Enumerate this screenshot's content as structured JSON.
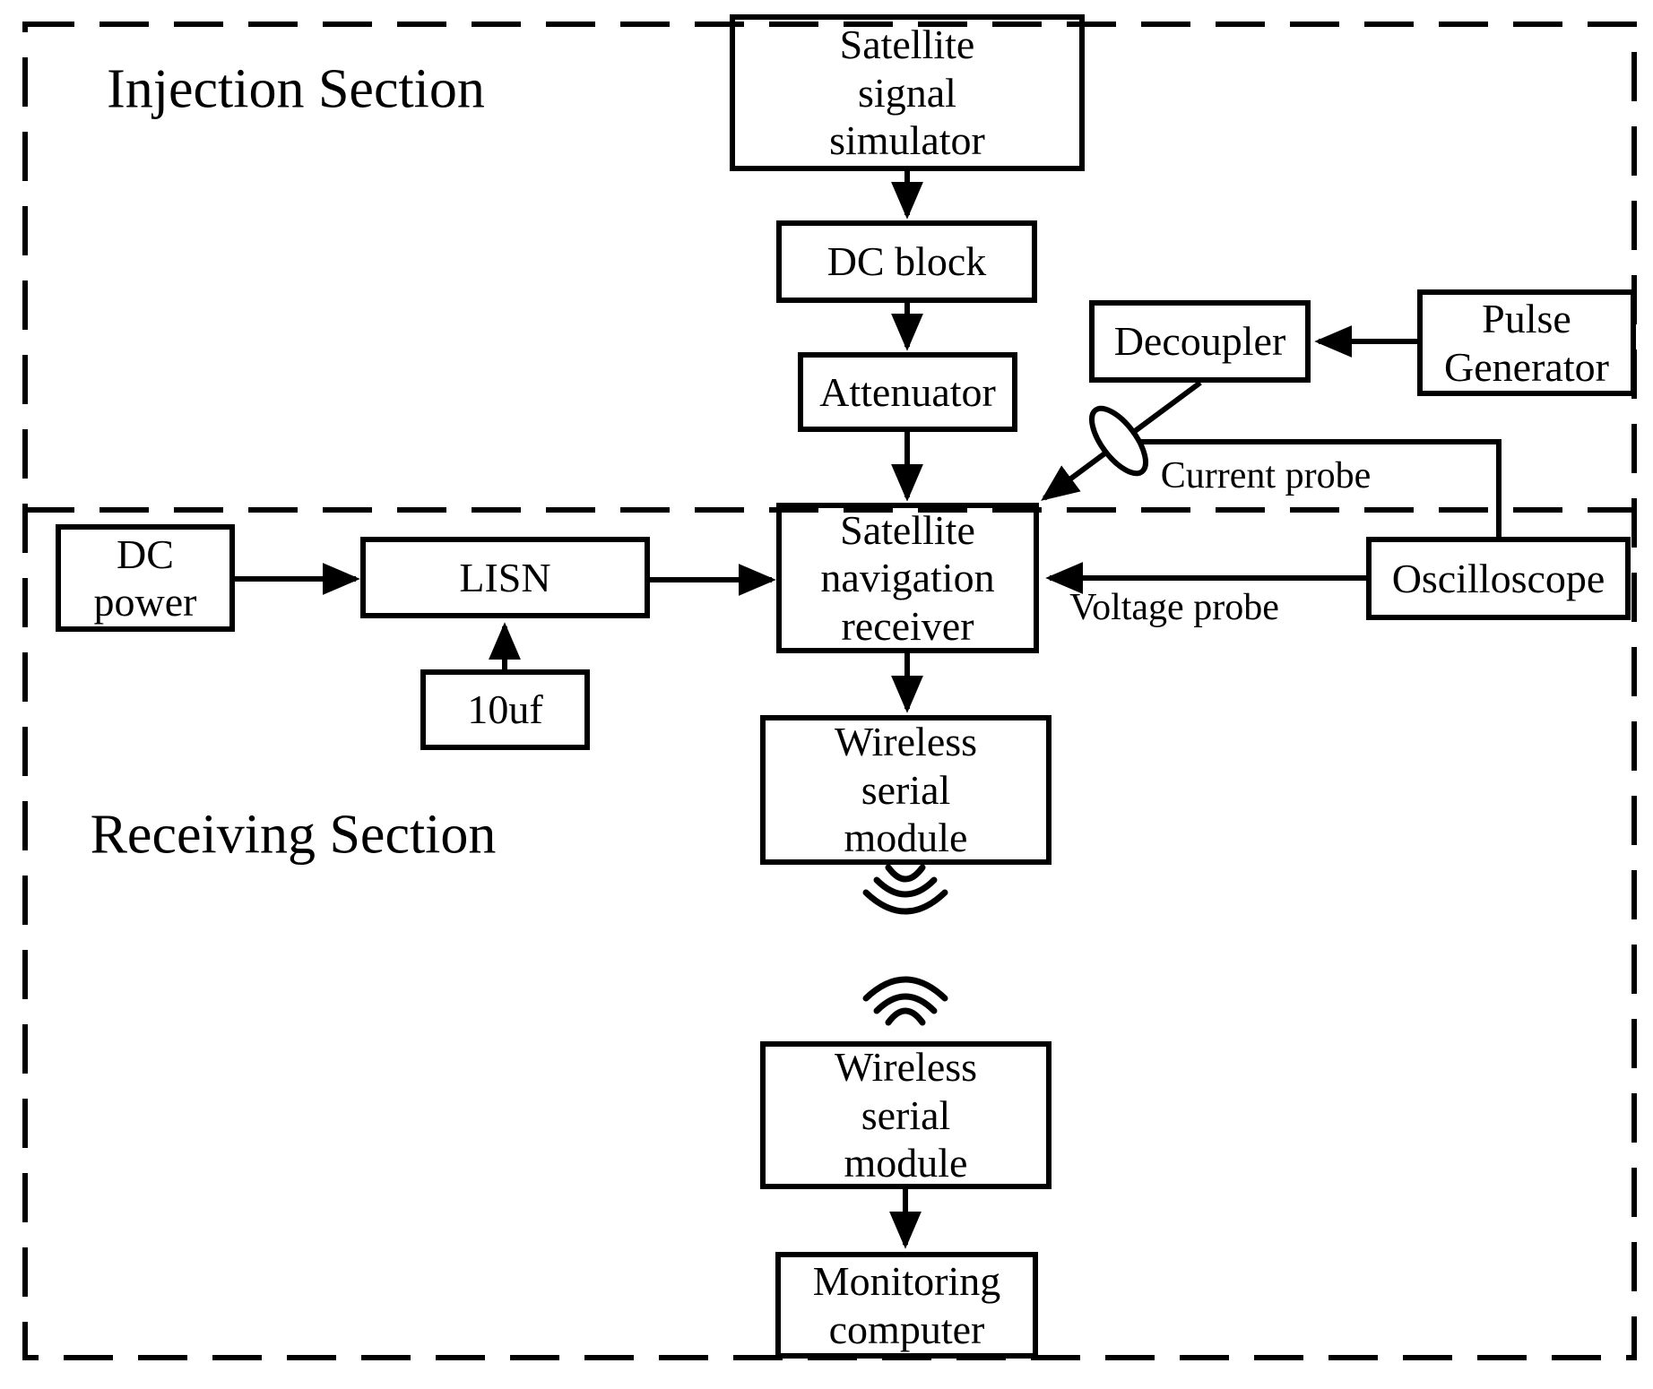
{
  "diagram": {
    "colors": {
      "line": "#000000",
      "background": "#ffffff"
    },
    "sections": {
      "injection": {
        "label": "Injection Section"
      },
      "receiving": {
        "label": "Receiving Section"
      }
    },
    "boxes": {
      "satellite_signal_simulator": {
        "label": "Satellite\nsignal\nsimulator"
      },
      "dc_block": {
        "label": "DC block"
      },
      "attenuator": {
        "label": "Attenuator"
      },
      "decoupler": {
        "label": "Decoupler"
      },
      "pulse_generator": {
        "label": "Pulse\nGenerator"
      },
      "satellite_navigation_receiver": {
        "label": "Satellite\nnavigation\nreceiver"
      },
      "dc_power": {
        "label": "DC\npower"
      },
      "lisn": {
        "label": "LISN"
      },
      "capacitor_10uf": {
        "label": "10uf"
      },
      "oscilloscope": {
        "label": "Oscilloscope"
      },
      "wireless_serial_module_top": {
        "label": "Wireless\nserial\nmodule"
      },
      "wireless_serial_module_bottom": {
        "label": "Wireless\nserial\nmodule"
      },
      "monitoring_computer": {
        "label": "Monitoring\ncomputer"
      }
    },
    "annotations": {
      "current_probe": {
        "label": "Current probe"
      },
      "voltage_probe": {
        "label": "Voltage probe"
      }
    }
  }
}
